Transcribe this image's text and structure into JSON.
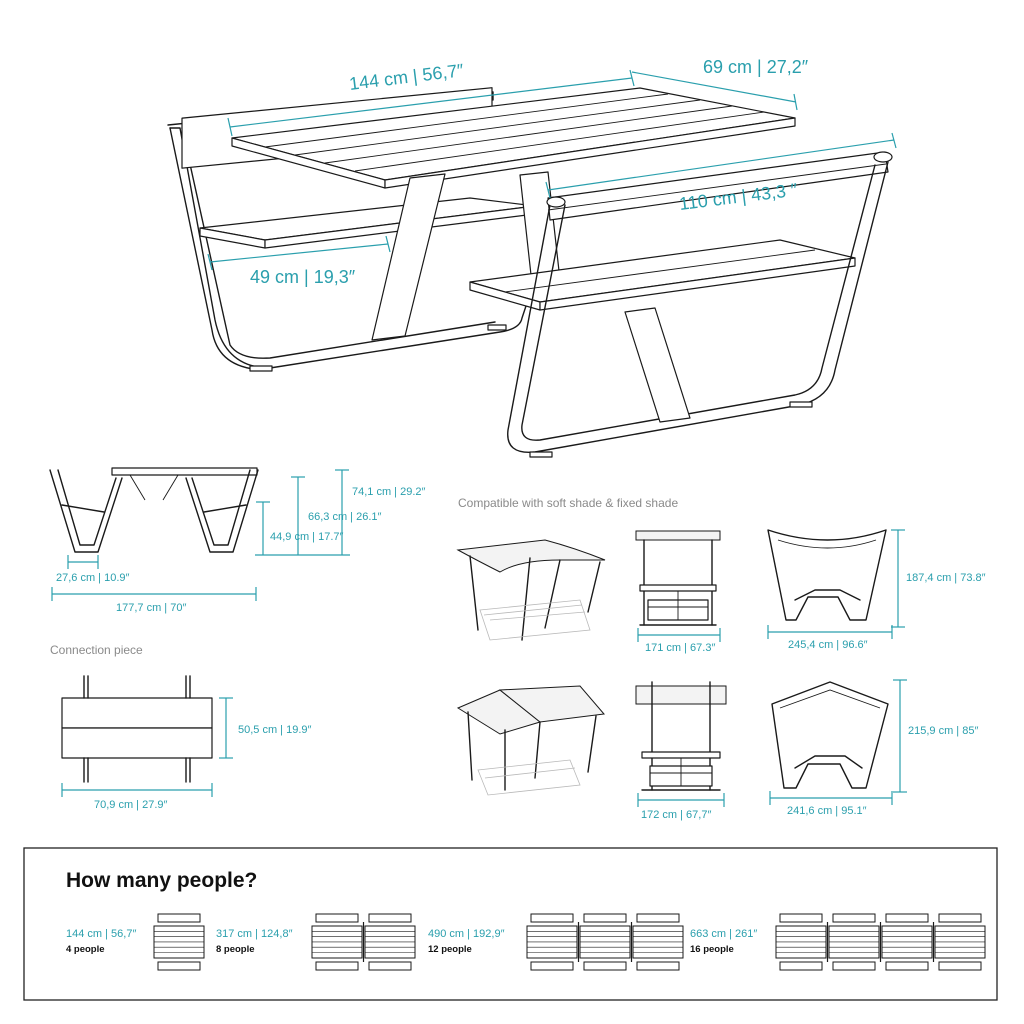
{
  "colors": {
    "dimension": "#2a9fad",
    "ink": "#1a1a1a",
    "caption": "#8a8a8a",
    "frame": "#222222"
  },
  "main_view": {
    "length": "144 cm | 56,7″",
    "width": "69 cm | 27,2″",
    "bench_length": "110 cm | 43,3 ″",
    "seat_depth": "49 cm | 19,3″"
  },
  "side_view": {
    "total_height": "74,1 cm | 29.2″",
    "table_height": "66,3 cm | 26.1″",
    "seat_height": "44,9 cm | 17.7″",
    "foot_width": "27,6 cm | 10.9″",
    "total_width": "177,7 cm | 70″"
  },
  "connection": {
    "caption": "Connection piece",
    "depth": "50,5 cm | 19.9″",
    "width": "70,9  cm | 27.9″"
  },
  "shades": {
    "caption": "Compatible with soft shade & fixed shade",
    "soft": {
      "front_width": "171 cm | 67.3″",
      "side_width": "245,4 cm | 96.6″",
      "height": "187,4 cm | 73.8″"
    },
    "fixed": {
      "front_width": "172 cm | 67,7″",
      "side_width": "241,6 cm | 95.1″",
      "height": "215,9 cm | 85″"
    }
  },
  "people": {
    "title": "How many people?",
    "options": [
      {
        "length": "144 cm | 56,7″",
        "count": "4 people"
      },
      {
        "length": "317 cm | 124,8″",
        "count": "8 people"
      },
      {
        "length": "490 cm  | 192,9″",
        "count": "12 people"
      },
      {
        "length": "663 cm | 261″",
        "count": "16 people"
      }
    ]
  }
}
